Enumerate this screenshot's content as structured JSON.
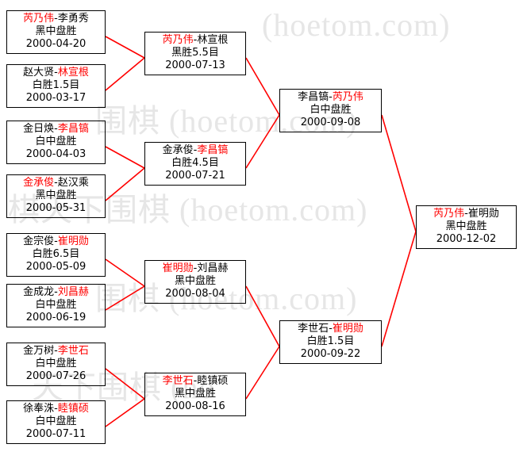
{
  "watermark": {
    "text_rows": [
      "(hoetom.com)",
      "围棋 (hoetom.com)",
      "棋天下围棋 (hoetom.com)",
      "围棋 (hoetom.com)",
      "天下围棋 (ho"
    ]
  },
  "colors": {
    "line": "#ff0000",
    "winner": "#ff0000",
    "text": "#000000",
    "border": "#000000",
    "watermark": "#e6e6e6"
  },
  "bracket": {
    "title": "",
    "rounds": [
      {
        "name": "round-1",
        "matches": [
          {
            "player_a": "芮乃伟",
            "a_win": true,
            "sep": "-",
            "player_b": "李勇秀",
            "b_win": false,
            "result": "黑中盘胜",
            "date": "2000-04-20"
          },
          {
            "player_a": "赵大贤",
            "a_win": false,
            "sep": "-",
            "player_b": "林宣根",
            "b_win": true,
            "result": "白胜1.5目",
            "date": "2000-03-17"
          },
          {
            "player_a": "金日焕",
            "a_win": false,
            "sep": "-",
            "player_b": "李昌镐",
            "b_win": true,
            "result": "白中盘胜",
            "date": "2000-04-03"
          },
          {
            "player_a": "金承俊",
            "a_win": true,
            "sep": "-",
            "player_b": "赵汉乘",
            "b_win": false,
            "result": "黑中盘胜",
            "date": "2000-05-31"
          },
          {
            "player_a": "金宗俊",
            "a_win": false,
            "sep": "-",
            "player_b": "崔明勋",
            "b_win": true,
            "result": "白胜6.5目",
            "date": "2000-05-09"
          },
          {
            "player_a": "金成龙",
            "a_win": false,
            "sep": "-",
            "player_b": "刘昌赫",
            "b_win": true,
            "result": "白中盘胜",
            "date": "2000-06-19"
          },
          {
            "player_a": "金万树",
            "a_win": false,
            "sep": "-",
            "player_b": "李世石",
            "b_win": true,
            "result": "白中盘胜",
            "date": "2000-07-26"
          },
          {
            "player_a": "徐奉洙",
            "a_win": false,
            "sep": "-",
            "player_b": "睦镇硕",
            "b_win": true,
            "result": "白中盘胜",
            "date": "2000-07-11"
          }
        ]
      },
      {
        "name": "round-2",
        "matches": [
          {
            "player_a": "芮乃伟",
            "a_win": true,
            "sep": "-",
            "player_b": "林宣根",
            "b_win": false,
            "result": "黑胜5.5目",
            "date": "2000-07-13"
          },
          {
            "player_a": "金承俊",
            "a_win": false,
            "sep": "-",
            "player_b": "李昌镐",
            "b_win": true,
            "result": "白胜4.5目",
            "date": "2000-07-21"
          },
          {
            "player_a": "崔明勋",
            "a_win": true,
            "sep": "-",
            "player_b": "刘昌赫",
            "b_win": false,
            "result": "黑中盘胜",
            "date": "2000-08-04"
          },
          {
            "player_a": "李世石",
            "a_win": true,
            "sep": "-",
            "player_b": "睦镇硕",
            "b_win": false,
            "result": "黑中盘胜",
            "date": "2000-08-16"
          }
        ]
      },
      {
        "name": "round-3",
        "matches": [
          {
            "player_a": "李昌镐",
            "a_win": false,
            "sep": "-",
            "player_b": "芮乃伟",
            "b_win": true,
            "result": "白中盘胜",
            "date": "2000-09-08"
          },
          {
            "player_a": "李世石",
            "a_win": false,
            "sep": "-",
            "player_b": "崔明勋",
            "b_win": true,
            "result": "白胜1.5目",
            "date": "2000-09-22"
          }
        ]
      },
      {
        "name": "final",
        "matches": [
          {
            "player_a": "芮乃伟",
            "a_win": true,
            "sep": "-",
            "player_b": "崔明勋",
            "b_win": false,
            "result": "黑中盘胜",
            "date": "2000-12-02"
          }
        ]
      }
    ]
  }
}
